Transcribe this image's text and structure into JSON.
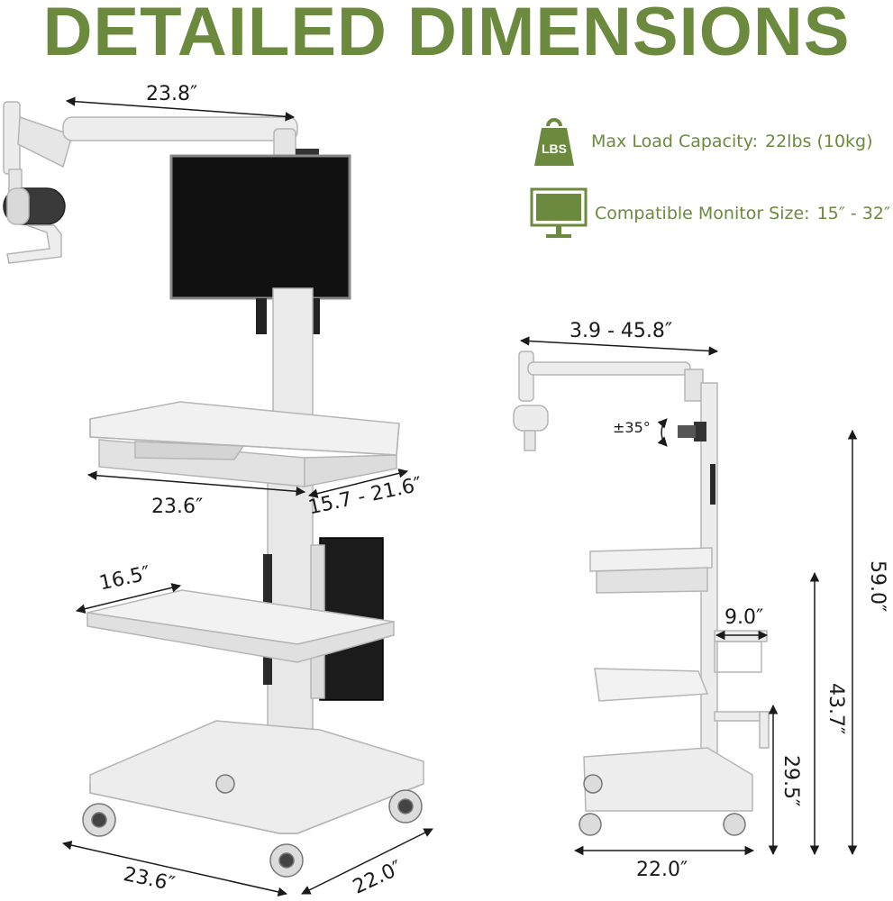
{
  "title": "DETAILED DIMENSIONS",
  "specs": {
    "load": {
      "icon": "weight-icon",
      "badge": "LBS",
      "label": "Max Load Capacity:",
      "value": "22lbs (10kg)"
    },
    "monitor": {
      "icon": "monitor-icon",
      "label": "Compatible Monitor Size:",
      "value": "15″ - 32″"
    }
  },
  "dimensions": {
    "arm_width": "23.8″",
    "keyboard_width": "23.6″",
    "keyboard_depth": "15.7 - 21.6″",
    "shelf_depth": "16.5″",
    "base_width": "23.6″",
    "base_depth": "22.0″",
    "arm_reach": "3.9 - 45.8″",
    "tilt": "±35°",
    "holder_width": "9.0″",
    "total_height": "59.0″",
    "column_height": "43.7″",
    "shelf_height": "29.5″",
    "side_base_width": "22.0″"
  },
  "colors": {
    "accent": "#6b8a3e",
    "cart": "#e9e9e9",
    "outline": "#b5b5b5",
    "dark": "#1b1b1b"
  }
}
